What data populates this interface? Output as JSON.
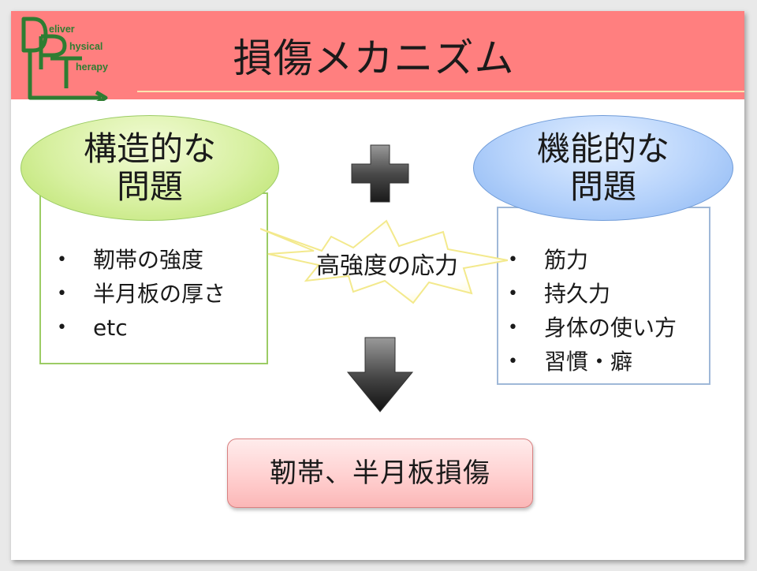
{
  "slide": {
    "title": "損傷メカニズム",
    "logo": {
      "line1": "eliver",
      "line2": "hysical",
      "line3": "herapy"
    },
    "left_panel": {
      "heading_line1": "構造的な",
      "heading_line2": "問題",
      "items": [
        "靭帯の強度",
        "半月板の厚さ",
        "etc"
      ]
    },
    "right_panel": {
      "heading_line1": "機能的な",
      "heading_line2": "問題",
      "items": [
        "筋力",
        "持久力",
        "身体の使い方",
        "習慣・癖"
      ]
    },
    "center_label": "高強度の応力",
    "result": "靭帯、半月板損傷",
    "bullet_char": "•"
  },
  "colors": {
    "header": "#ff7f7f",
    "left_accent": "#9ccc65",
    "right_accent": "#8bb6f2",
    "logo_green": "#2e7d32",
    "result_fill": "#ffd0d0"
  },
  "icons": [
    "plus-icon",
    "starburst-shape",
    "down-arrow-icon"
  ]
}
